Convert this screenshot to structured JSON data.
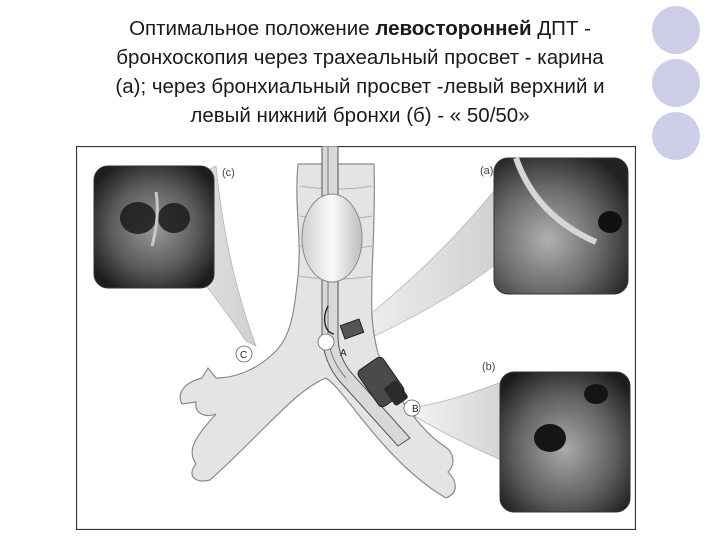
{
  "title": {
    "line1_pre": "Оптимальное положение ",
    "line1_bold": "левосторонней",
    "line1_post": " ДПТ -",
    "line2": "бронхоскопия через трахеальный просвет - карина",
    "line3": "(а);  через бронхиальный просвет -левый верхний и",
    "line4": "левый  нижний бронхи (б) - « 50/50»"
  },
  "figure": {
    "labels": {
      "c": "(c)",
      "a": "(a)",
      "b": "(b)"
    },
    "markers": {
      "C": "C",
      "A": "A",
      "B": "B"
    }
  },
  "colors": {
    "decor_circle": "#c9c9e6",
    "frame": "#333333",
    "airway_fill": "#e3e3e3",
    "airway_stroke": "#8a8a8a",
    "photo_dark": "#2a2a2a"
  }
}
